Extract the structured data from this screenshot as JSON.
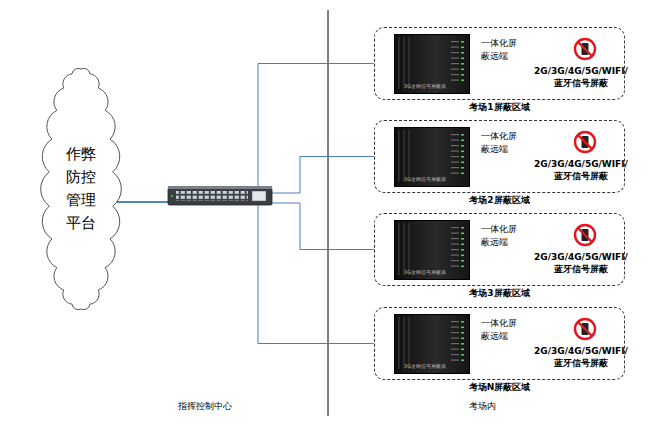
{
  "diagram": {
    "nodes": [
      {
        "text": [
          "作弊 防控 管理 平台"
        ]
      },
      {
        "text": [
          "考场1屏蔽区域",
          "一体化屏 蔽远端",
          "2G/3G/4G/5G/WIFI/ 蓝牙信号屏蔽"
        ]
      },
      {
        "text": [
          "3G全网信号屏蔽器"
        ],
        "in": 1
      },
      {
        "text": [
          "考场2屏蔽区域",
          "一体化屏 蔽远端",
          "2G/3G/4G/5G/WIFI/ 蓝牙信号屏蔽"
        ]
      },
      {
        "text": [
          "3G全网信号屏蔽器"
        ],
        "in": 3
      },
      {
        "text": [
          "考场3屏蔽区域",
          "一体化屏 蔽远端",
          "2G/3G/4G/5G/WIFI/ 蓝牙信号屏蔽"
        ]
      },
      {
        "text": [
          "3G全网信号屏蔽器"
        ],
        "in": 5
      },
      {
        "text": [
          "考场N屏蔽区域",
          "一体化屏 蔽远端",
          "2G/3G/4G/5G/WIFI/ 蓝牙信号屏蔽"
        ]
      },
      {
        "text": [
          "3G全网信号屏蔽器"
        ],
        "in": 7
      }
    ],
    "edges": [
      {
        "from": 0,
        "to": 1,
        "arrow": "none"
      },
      {
        "from": 0,
        "to": 3,
        "arrow": "none"
      },
      {
        "from": 0,
        "to": 5,
        "arrow": "none"
      },
      {
        "from": 0,
        "to": 7,
        "arrow": "none"
      }
    ],
    "labels": [
      "指挥控制中心",
      "考场内"
    ]
  }
}
